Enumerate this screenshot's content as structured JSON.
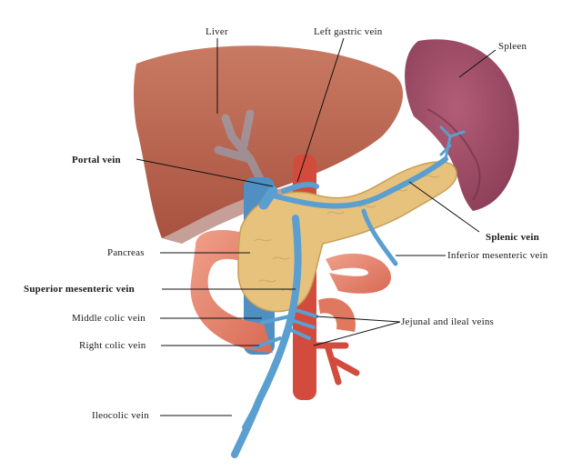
{
  "labels": {
    "liver": "Liver",
    "left_gastric_vein": "Left gastric vein",
    "spleen": "Spleen",
    "portal_vein": "Portal vein",
    "splenic_vein": "Splenic vein",
    "pancreas": "Pancreas",
    "inferior_mesenteric_vein": "Inferior mesenteric vein",
    "superior_mesenteric_vein": "Superior mesenteric vein",
    "middle_colic_vein": "Middle colic vein",
    "jejunal_and_ileal_veins": "Jejunal and ileal veins",
    "right_colic_vein": "Right colic vein",
    "ileocolic_vein": "Ileocolic vein"
  },
  "colors": {
    "liver": "#b9644f",
    "spleen": "#9a4a63",
    "pancreas": "#e7c27c",
    "vein": "#5a9fd0",
    "artery": "#d24b3c",
    "intestine": "#e6836d",
    "leader_line": "#111111"
  }
}
